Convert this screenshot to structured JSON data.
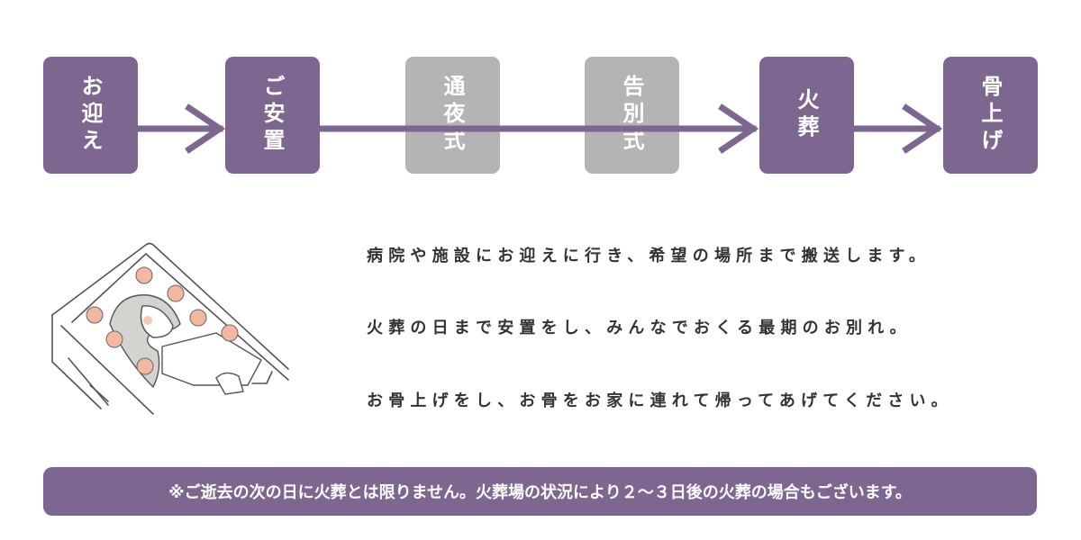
{
  "steps": [
    {
      "label": "お迎え",
      "active": true
    },
    {
      "label": "ご安置",
      "active": true
    },
    {
      "label": "通夜式",
      "active": false
    },
    {
      "label": "告別式",
      "active": false
    },
    {
      "label": "火葬",
      "active": true
    },
    {
      "label": "骨上げ",
      "active": true
    }
  ],
  "descriptions": [
    "病院や施設にお迎えに行き、希望の場所まで搬送します。",
    "火葬の日まで安置をし、みんなでおくる最期のお別れ。",
    "お骨上げをし、お骨をお家に連れて帰ってあげてください。"
  ],
  "note": "※ご逝去の次の日に火葬とは限りません。火葬場の状況により２〜３日後の火葬の場合もございます。",
  "colors": {
    "accent": "#7d6790",
    "inactive": "#b4b4b4"
  }
}
